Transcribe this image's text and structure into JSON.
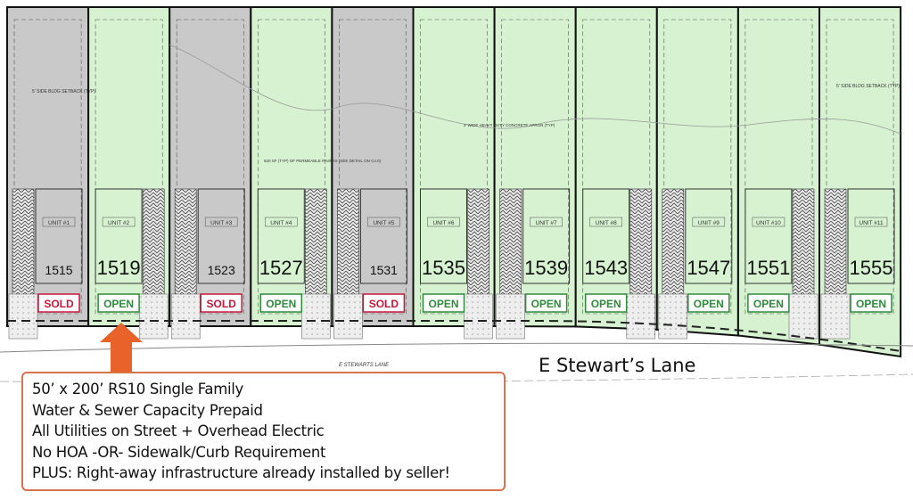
{
  "colors": {
    "sold_fill": "#c9c9c9",
    "open_fill": "#d6f2d0",
    "sold_badge": "#c8163a",
    "open_badge": "#2e8b3a",
    "arrow": "#e8622a",
    "box_border": "#d8744a"
  },
  "lots": [
    {
      "unit": "UNIT #1",
      "address": "1515",
      "status": "SOLD"
    },
    {
      "unit": "UNIT #2",
      "address": "1519",
      "status": "OPEN"
    },
    {
      "unit": "UNIT #3",
      "address": "1523",
      "status": "SOLD"
    },
    {
      "unit": "UNIT #4",
      "address": "1527",
      "status": "OPEN"
    },
    {
      "unit": "UNIT #5",
      "address": "1531",
      "status": "SOLD"
    },
    {
      "unit": "UNIT #6",
      "address": "1535",
      "status": "OPEN"
    },
    {
      "unit": "UNIT #7",
      "address": "1539",
      "status": "OPEN"
    },
    {
      "unit": "UNIT #8",
      "address": "1543",
      "status": "OPEN"
    },
    {
      "unit": "UNIT #9",
      "address": "1547",
      "status": "OPEN"
    },
    {
      "unit": "UNIT #10",
      "address": "1551",
      "status": "OPEN"
    },
    {
      "unit": "UNIT #11",
      "address": "1555",
      "status": "OPEN"
    }
  ],
  "annotations": {
    "side_setback_left": "5' SIDE BLDG SETBACK (TYP)",
    "side_setback_right": "5' SIDE BLDG SETBACK (TYP)",
    "pavers": "820 SF (TYP) OF PERMEABLE PAVERS (SEE DETAIL ON C4.0)",
    "apron": "2' WIDE HEAVY DUTY CONCRETE APRON (TYP)",
    "street_small": "E STEWARTS LANE"
  },
  "street_name": "E Stewart’s Lane",
  "info": [
    "50’ x 200’ RS10 Single Family",
    "Water & Sewer Capacity Prepaid",
    "All Utilities on Street + Overhead Electric",
    "No HOA -OR- Sidewalk/Curb Requirement",
    "PLUS: Right-away infrastructure already installed by seller!"
  ]
}
